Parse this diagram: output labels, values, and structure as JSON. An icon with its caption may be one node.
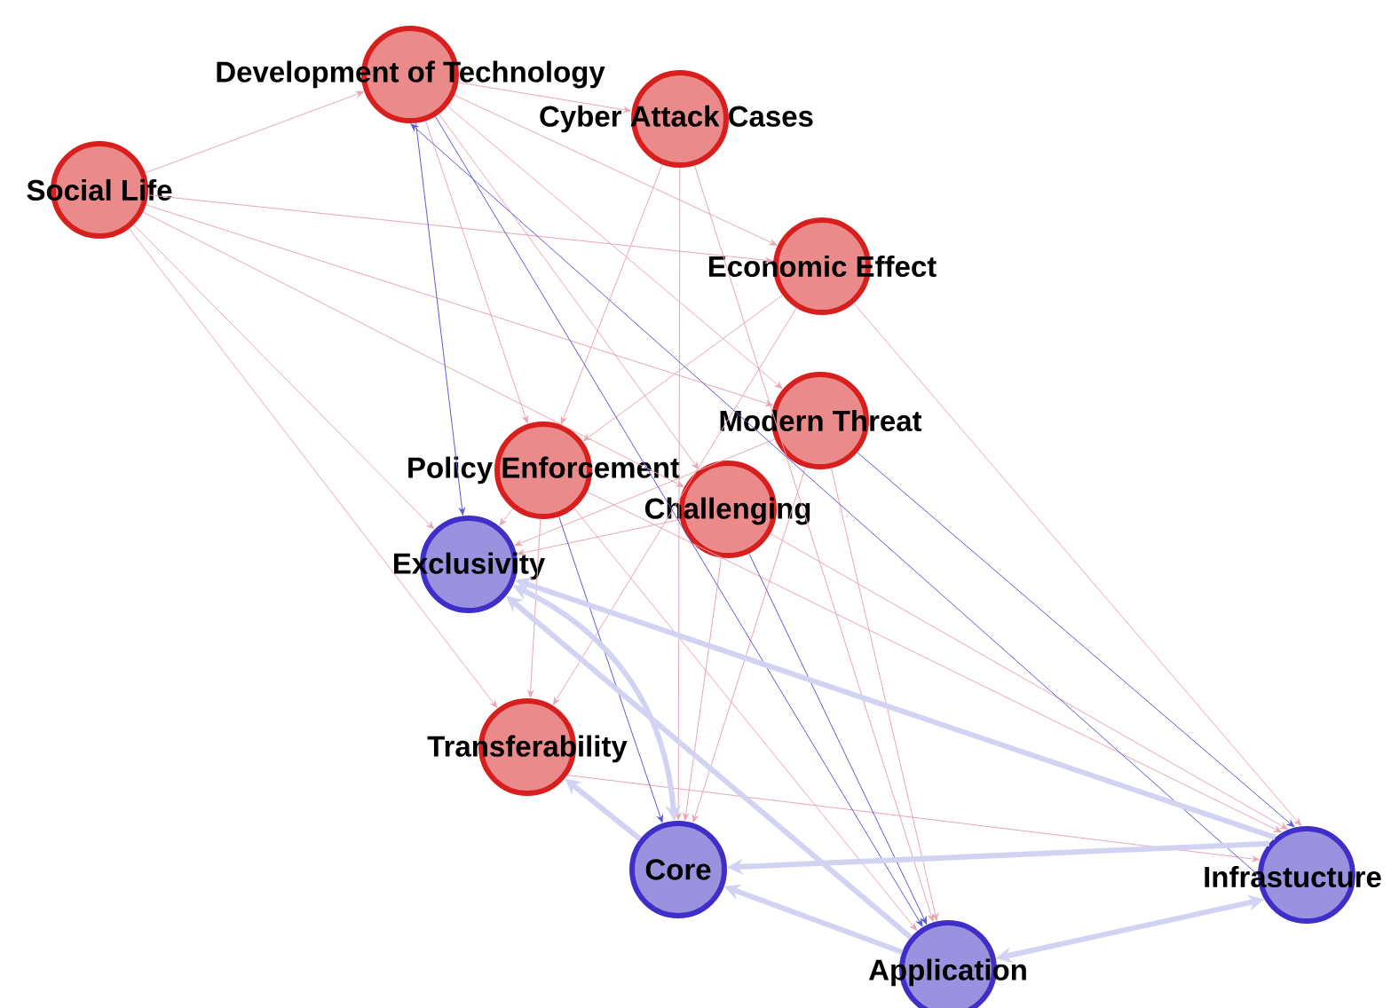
{
  "diagram": {
    "nodes": [
      {
        "text": [
          "Development of Technology"
        ]
      },
      {
        "text": [
          "Cyber Attack Cases"
        ]
      },
      {
        "text": [
          "Social Life"
        ]
      },
      {
        "text": [
          "Economic Effect"
        ]
      },
      {
        "text": [
          "Modern Threat"
        ]
      },
      {
        "text": [
          "Policy Enforcement"
        ]
      },
      {
        "text": [
          "Challenging"
        ]
      },
      {
        "text": [
          "Exclusivity"
        ]
      },
      {
        "text": [
          "Transferability"
        ]
      },
      {
        "text": [
          "Core"
        ]
      },
      {
        "text": [
          "Infrastucture"
        ]
      },
      {
        "text": [
          "Application"
        ]
      }
    ],
    "edges": [
      {
        "from": 2,
        "to": 0,
        "arrow": "to"
      },
      {
        "from": 2,
        "to": 3,
        "arrow": "to"
      },
      {
        "from": 2,
        "to": 4,
        "arrow": "to"
      },
      {
        "from": 2,
        "to": 7,
        "arrow": "to"
      },
      {
        "from": 2,
        "to": 8,
        "arrow": "to"
      },
      {
        "from": 2,
        "to": 6,
        "arrow": "to"
      },
      {
        "from": 0,
        "to": 1,
        "arrow": "to"
      },
      {
        "from": 0,
        "to": 3,
        "arrow": "to"
      },
      {
        "from": 0,
        "to": 5,
        "arrow": "to"
      },
      {
        "from": 0,
        "to": 6,
        "arrow": "to"
      },
      {
        "from": 0,
        "to": 4,
        "arrow": "to"
      },
      {
        "from": 1,
        "to": 5,
        "arrow": "to"
      },
      {
        "from": 1,
        "to": 9,
        "arrow": "to"
      },
      {
        "from": 1,
        "to": 11,
        "arrow": "to"
      },
      {
        "from": 3,
        "to": 5,
        "arrow": "to"
      },
      {
        "from": 3,
        "to": 10,
        "arrow": "to"
      },
      {
        "from": 3,
        "to": 8,
        "arrow": "to"
      },
      {
        "from": 4,
        "to": 7,
        "arrow": "to"
      },
      {
        "from": 4,
        "to": 9,
        "arrow": "to"
      },
      {
        "from": 4,
        "to": 11,
        "arrow": "to"
      },
      {
        "from": 5,
        "to": 7,
        "arrow": "to"
      },
      {
        "from": 5,
        "to": 8,
        "arrow": "to"
      },
      {
        "from": 5,
        "to": 11,
        "arrow": "to"
      },
      {
        "from": 5,
        "to": 10,
        "arrow": "to"
      },
      {
        "from": 6,
        "to": 7,
        "arrow": "to"
      },
      {
        "from": 6,
        "to": 9,
        "arrow": "to"
      },
      {
        "from": 6,
        "to": 10,
        "arrow": "to"
      },
      {
        "from": 8,
        "to": 10,
        "arrow": "to"
      },
      {
        "from": 0,
        "to": 7,
        "arrow": "to",
        "color": "#5a5ad6"
      },
      {
        "from": 10,
        "to": 0,
        "arrow": "to",
        "color": "#5a5ad6"
      },
      {
        "from": 0,
        "to": 11,
        "arrow": "to",
        "color": "#5a5ad6"
      },
      {
        "from": 5,
        "to": 9,
        "arrow": "to",
        "color": "#5a5ad6"
      },
      {
        "from": 6,
        "to": 11,
        "arrow": "to",
        "color": "#5a5ad6"
      },
      {
        "from": 4,
        "to": 10,
        "arrow": "to",
        "color": "#5a5ad6"
      },
      {
        "from": 7,
        "to": 9,
        "arrow": "both",
        "style": "thick",
        "color": "#d2d2f2"
      },
      {
        "from": 11,
        "to": 7,
        "arrow": "to",
        "style": "thick",
        "color": "#d2d2f2"
      },
      {
        "from": 10,
        "to": 7,
        "arrow": "to",
        "style": "thick",
        "color": "#d2d2f2"
      },
      {
        "from": 10,
        "to": 9,
        "arrow": "to",
        "style": "thick",
        "color": "#d2d2f2"
      },
      {
        "from": 11,
        "to": 9,
        "arrow": "to",
        "style": "thick",
        "color": "#d2d2f2"
      },
      {
        "from": 11,
        "to": 10,
        "arrow": "both",
        "style": "thick",
        "color": "#d2d2f2"
      },
      {
        "from": 9,
        "to": 8,
        "arrow": "to",
        "style": "thick",
        "color": "#d2d2f2"
      }
    ]
  }
}
